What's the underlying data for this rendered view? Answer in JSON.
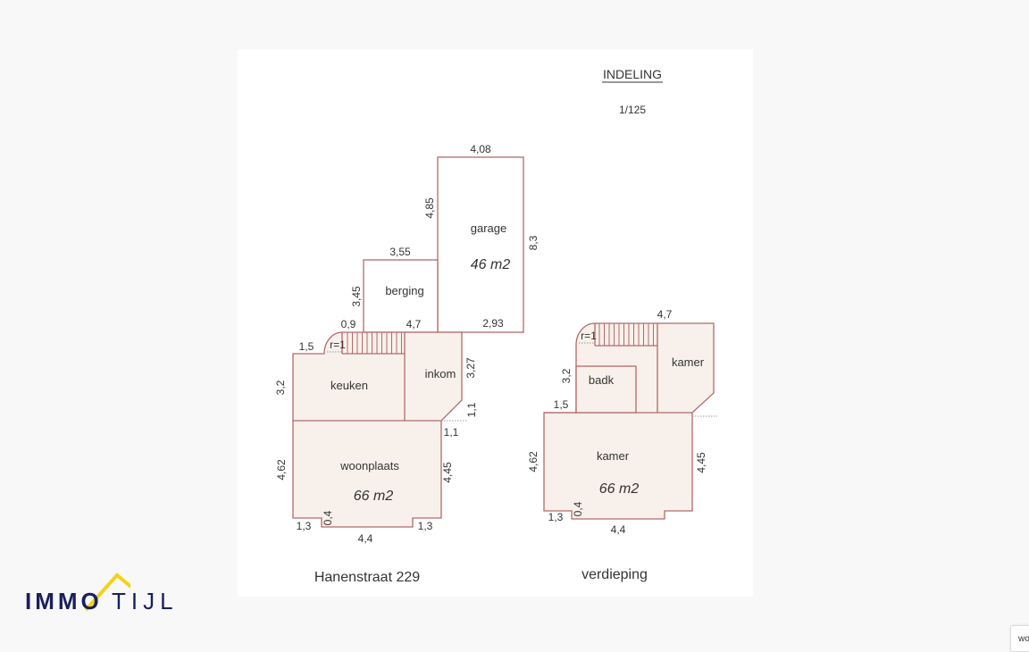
{
  "header": {
    "title": "INDELING",
    "scale": "1/125"
  },
  "ground_floor": {
    "caption": "Hanenstraat 229",
    "rooms": {
      "garage": "garage",
      "berging": "berging",
      "keuken": "keuken",
      "inkom": "inkom",
      "woonplaats": "woonplaats"
    },
    "areas": {
      "garage": "46 m2",
      "woonplaats": "66 m2"
    },
    "dims": [
      "4,08",
      "4,85",
      "8,3",
      "3,55",
      "3,45",
      "2,93",
      "0,9",
      "4,7",
      "1,5",
      "r=1",
      "3,2",
      "3,27",
      "1,1",
      "1,1",
      "4,62",
      "4,45",
      "1,3",
      "0,4",
      "4,4",
      "1,3"
    ]
  },
  "first_floor": {
    "caption": "verdieping",
    "rooms": {
      "badk": "badk",
      "kamer_top": "kamer",
      "kamer": "kamer"
    },
    "areas": {
      "kamer": "66 m2"
    },
    "dims": [
      "4,7",
      "r=1",
      "3,2",
      "1,5",
      "4,62",
      "4,45",
      "1,3",
      "0,4",
      "4,4"
    ]
  },
  "logo": {
    "text_bold": "IMMO",
    "text_thin": "TIJL",
    "colors": {
      "navy": "#1b1f5c",
      "yellow": "#f2d21b"
    }
  },
  "corner_tab": {
    "label": "wo"
  },
  "colors": {
    "wall": "#b36a6a",
    "fill": "#f8f1eb"
  }
}
